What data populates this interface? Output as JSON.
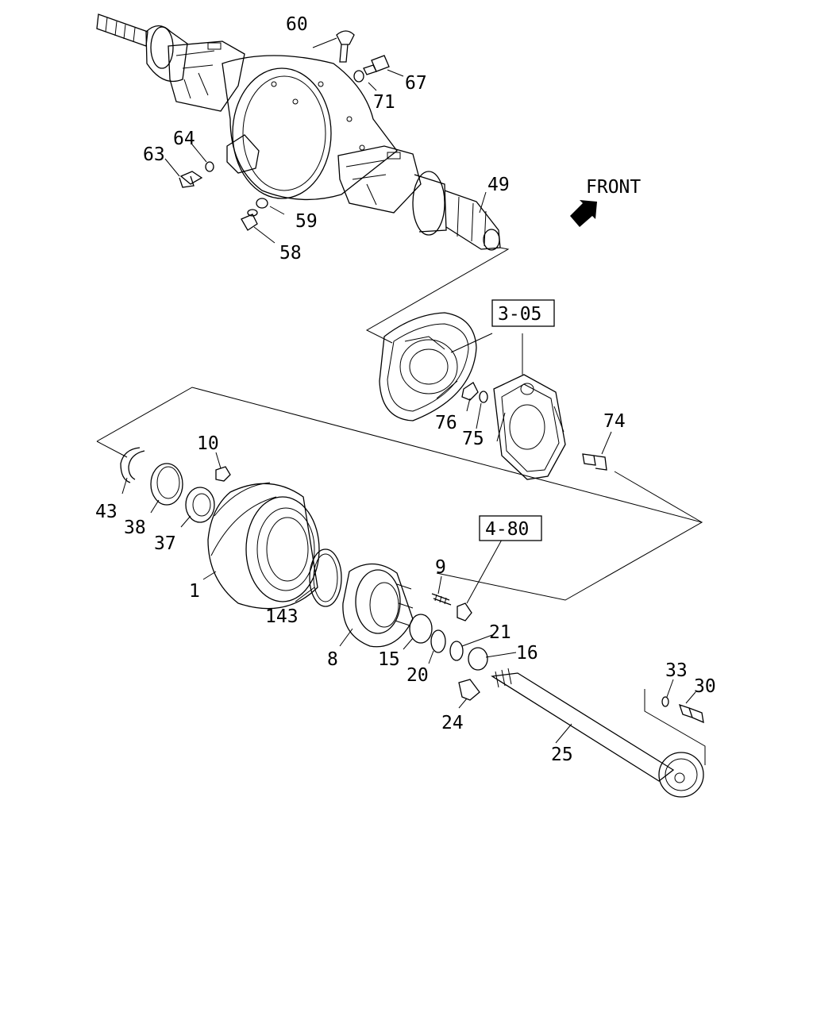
{
  "diagram": {
    "front_label": "FRONT",
    "colors": {
      "line": "#000000",
      "background": "#ffffff"
    },
    "icons": {
      "front_arrow": "arrow-icon"
    },
    "ref_boxes": [
      "3-05",
      "4-80"
    ],
    "callouts": [
      "60",
      "67",
      "71",
      "64",
      "63",
      "49",
      "59",
      "58",
      "10",
      "43",
      "38",
      "37",
      "1",
      "143",
      "8",
      "9",
      "15",
      "20",
      "21",
      "16",
      "24",
      "25",
      "33",
      "30",
      "76",
      "75",
      "74"
    ]
  }
}
